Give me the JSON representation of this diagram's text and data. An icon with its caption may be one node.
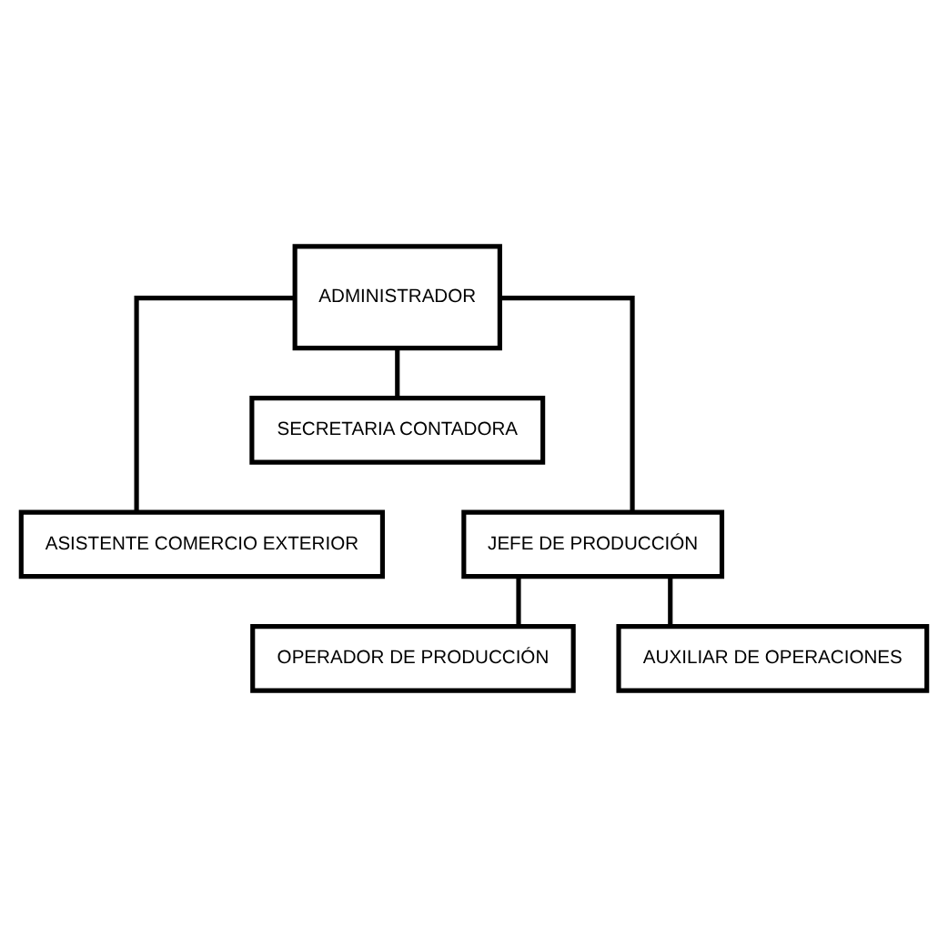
{
  "diagram": {
    "nodes": [
      {
        "text": [
          "ADMINISTRADOR"
        ]
      },
      {
        "text": [
          "SECRETARIA CONTADORA"
        ]
      },
      {
        "text": [
          "ASISTENTE COMERCIO EXTERIOR"
        ]
      },
      {
        "text": [
          "JEFE DE PRODUCCIÓN"
        ]
      },
      {
        "text": [
          "OPERADOR DE PRODUCCIÓN"
        ]
      },
      {
        "text": [
          "AUXILIAR DE OPERACIONES"
        ]
      }
    ],
    "edges": [
      {
        "from": 0,
        "to": 1,
        "arrow": "none"
      },
      {
        "from": 0,
        "to": 2,
        "arrow": "none"
      },
      {
        "from": 0,
        "to": 3,
        "arrow": "none"
      },
      {
        "from": 3,
        "to": 4,
        "arrow": "none"
      },
      {
        "from": 3,
        "to": 5,
        "arrow": "none"
      }
    ]
  }
}
